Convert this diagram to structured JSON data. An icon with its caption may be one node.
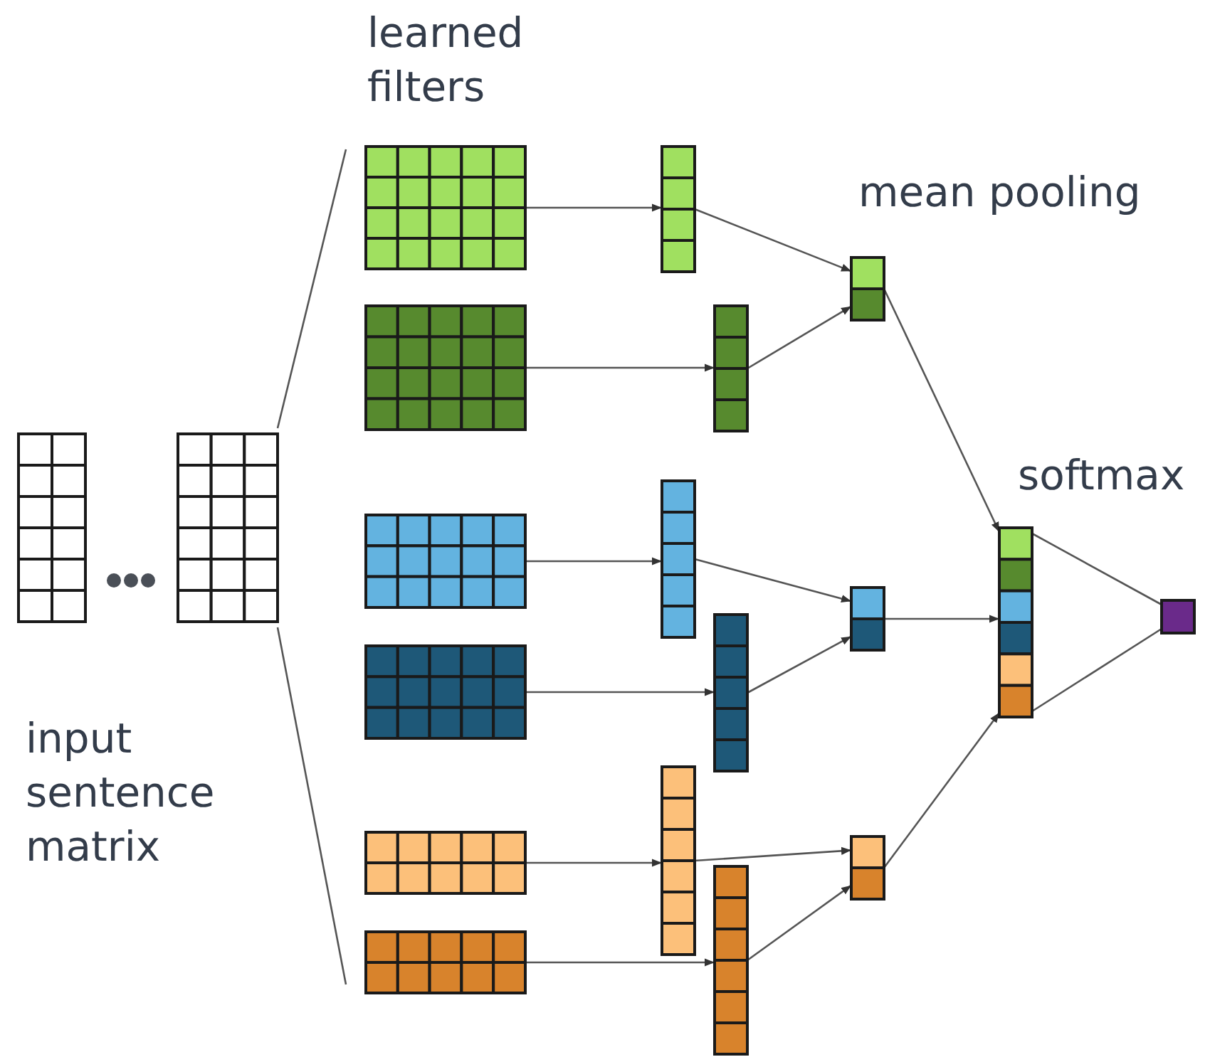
{
  "diagram": {
    "nodes": [
      {
        "text": [],
        "shape": "grid"
      },
      {
        "text": [],
        "shape": "grid"
      },
      {
        "text": [],
        "shape": "grid"
      },
      {
        "text": [],
        "shape": "grid"
      },
      {
        "text": [],
        "shape": "grid"
      },
      {
        "text": [],
        "shape": "grid"
      },
      {
        "text": [],
        "shape": "grid"
      },
      {
        "text": [],
        "shape": "grid"
      },
      {
        "text": [],
        "shape": "grid"
      },
      {
        "text": [],
        "shape": "grid"
      },
      {
        "text": [],
        "shape": "grid"
      },
      {
        "text": [],
        "shape": "grid"
      },
      {
        "text": [],
        "shape": "grid"
      },
      {
        "text": [],
        "shape": "grid"
      },
      {
        "text": [],
        "shape": "grid"
      },
      {
        "text": [],
        "shape": "grid"
      },
      {
        "text": [],
        "shape": "grid"
      },
      {
        "text": [],
        "shape": "grid"
      },
      {
        "text": [],
        "shape": "box"
      }
    ],
    "edges": [
      {
        "from": 1,
        "to": 2,
        "arrow": "none"
      },
      {
        "from": 1,
        "to": 7,
        "arrow": "none"
      },
      {
        "from": 2,
        "to": 8,
        "arrow": "to"
      },
      {
        "from": 3,
        "to": 9,
        "arrow": "to"
      },
      {
        "from": 4,
        "to": 10,
        "arrow": "to"
      },
      {
        "from": 5,
        "to": 11,
        "arrow": "to"
      },
      {
        "from": 6,
        "to": 12,
        "arrow": "to"
      },
      {
        "from": 7,
        "to": 13,
        "arrow": "to"
      },
      {
        "from": 8,
        "to": 14,
        "arrow": "to"
      },
      {
        "from": 9,
        "to": 14,
        "arrow": "to"
      },
      {
        "from": 10,
        "to": 15,
        "arrow": "to"
      },
      {
        "from": 11,
        "to": 15,
        "arrow": "to"
      },
      {
        "from": 12,
        "to": 16,
        "arrow": "to"
      },
      {
        "from": 13,
        "to": 16,
        "arrow": "to"
      },
      {
        "from": 14,
        "to": 17,
        "arrow": "to"
      },
      {
        "from": 15,
        "to": 17,
        "arrow": "to"
      },
      {
        "from": 16,
        "to": 17,
        "arrow": "to"
      },
      {
        "from": 17,
        "to": 18,
        "arrow": "none"
      },
      {
        "from": 17,
        "to": 18,
        "arrow": "none"
      }
    ],
    "labels": [
      "learned filters",
      "mean pooling",
      "softmax",
      "input sentence matrix"
    ]
  }
}
